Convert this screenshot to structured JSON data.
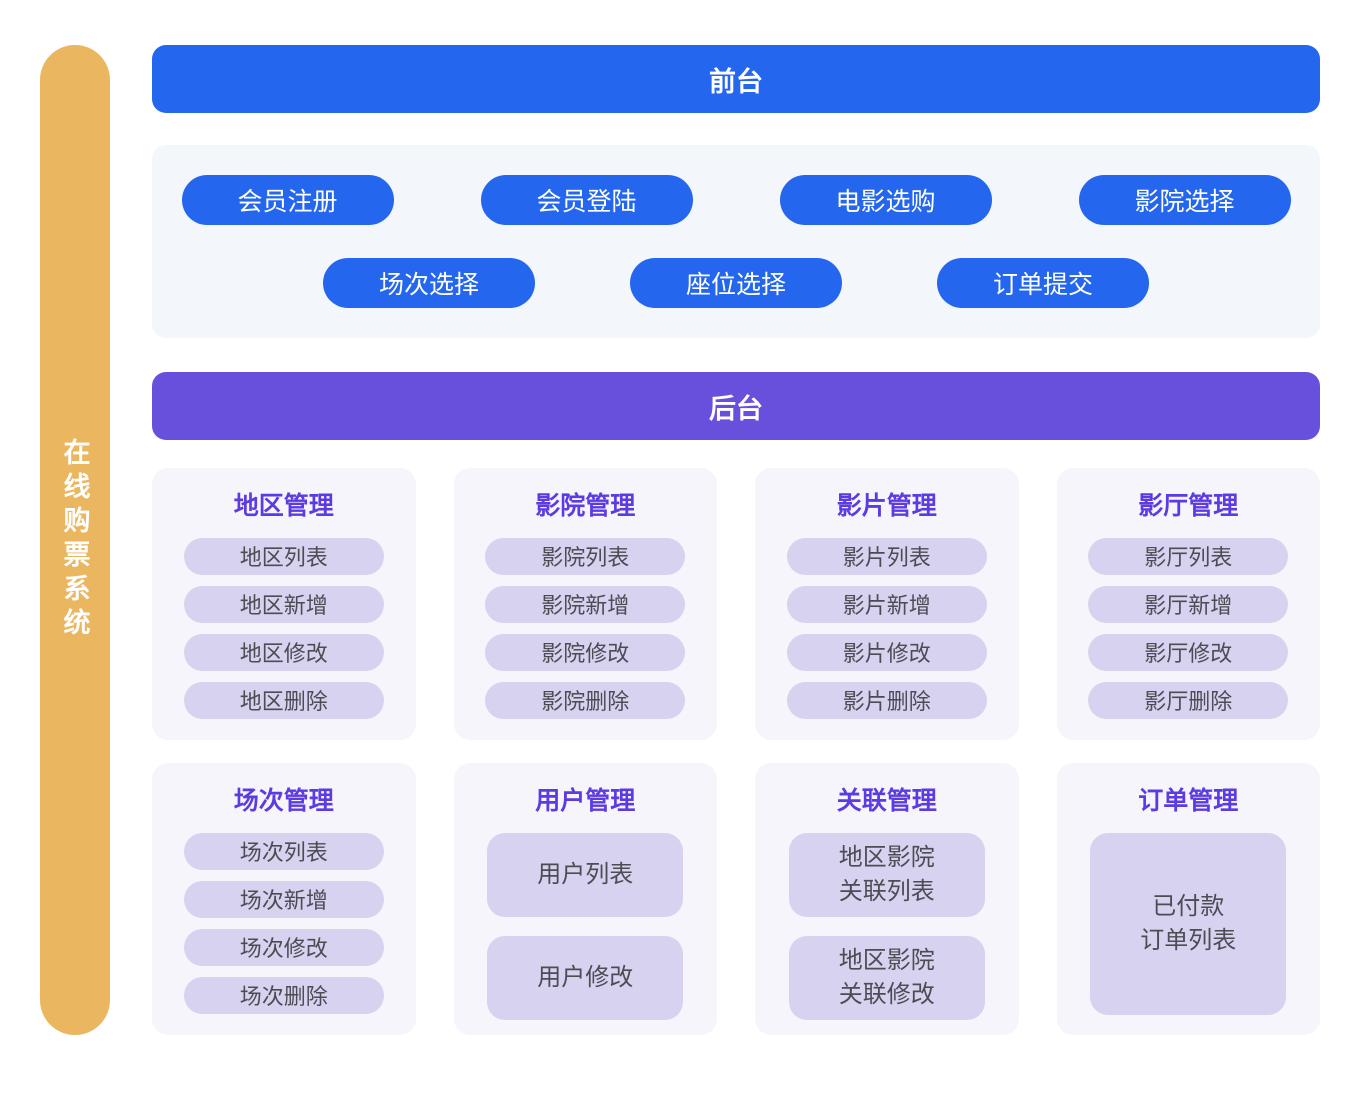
{
  "sidebar": {
    "label": "在线购票系统"
  },
  "frontend": {
    "title": "前台",
    "row1": [
      "会员注册",
      "会员登陆",
      "电影选购",
      "影院选择"
    ],
    "row2": [
      "场次选择",
      "座位选择",
      "订单提交"
    ]
  },
  "backend": {
    "title": "后台",
    "cards": [
      {
        "title": "地区管理",
        "items": [
          "地区列表",
          "地区新增",
          "地区修改",
          "地区删除"
        ]
      },
      {
        "title": "影院管理",
        "items": [
          "影院列表",
          "影院新增",
          "影院修改",
          "影院删除"
        ]
      },
      {
        "title": "影片管理",
        "items": [
          "影片列表",
          "影片新增",
          "影片修改",
          "影片删除"
        ]
      },
      {
        "title": "影厅管理",
        "items": [
          "影厅列表",
          "影厅新增",
          "影厅修改",
          "影厅删除"
        ]
      },
      {
        "title": "场次管理",
        "items": [
          "场次列表",
          "场次新增",
          "场次修改",
          "场次删除"
        ]
      },
      {
        "title": "用户管理",
        "items": [
          "用户列表",
          "用户修改"
        ]
      },
      {
        "title": "关联管理",
        "items": [
          "地区影院\n关联列表",
          "地区影院\n关联修改"
        ]
      },
      {
        "title": "订单管理",
        "items": [
          "已付款\n订单列表"
        ]
      }
    ]
  },
  "colors": {
    "frontend_blue": "#2467EE",
    "backend_purple": "#6950DC",
    "card_title_purple": "#5C3BE2",
    "rail_orange": "#EAB660",
    "frontend_panel_bg": "#F3F6FA",
    "card_bg": "#F6F5FB",
    "card_pill_bg": "#D7D2EF",
    "card_pill_text": "#4C4C55"
  }
}
